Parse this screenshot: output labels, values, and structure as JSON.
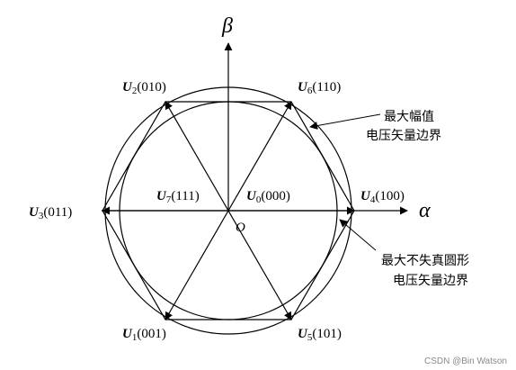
{
  "axes": {
    "beta": "β",
    "alpha": "α",
    "origin": "O"
  },
  "vectors": {
    "u0": {
      "sym": "U",
      "sub": "0",
      "code": "(000)"
    },
    "u1": {
      "sym": "U",
      "sub": "1",
      "code": "(001)"
    },
    "u2": {
      "sym": "U",
      "sub": "2",
      "code": "(010)"
    },
    "u3": {
      "sym": "U",
      "sub": "3",
      "code": "(011)"
    },
    "u4": {
      "sym": "U",
      "sub": "4",
      "code": "(100)"
    },
    "u5": {
      "sym": "U",
      "sub": "5",
      "code": "(101)"
    },
    "u6": {
      "sym": "U",
      "sub": "6",
      "code": "(110)"
    },
    "u7": {
      "sym": "U",
      "sub": "7",
      "code": "(111)"
    }
  },
  "annotations": {
    "max_amplitude": {
      "line1": "最大幅值",
      "line2": "电压矢量边界"
    },
    "max_circle": {
      "line1": "最大不失真圆形",
      "line2": "电压矢量边界"
    }
  },
  "watermark": "CSDN @Bin Watson"
}
